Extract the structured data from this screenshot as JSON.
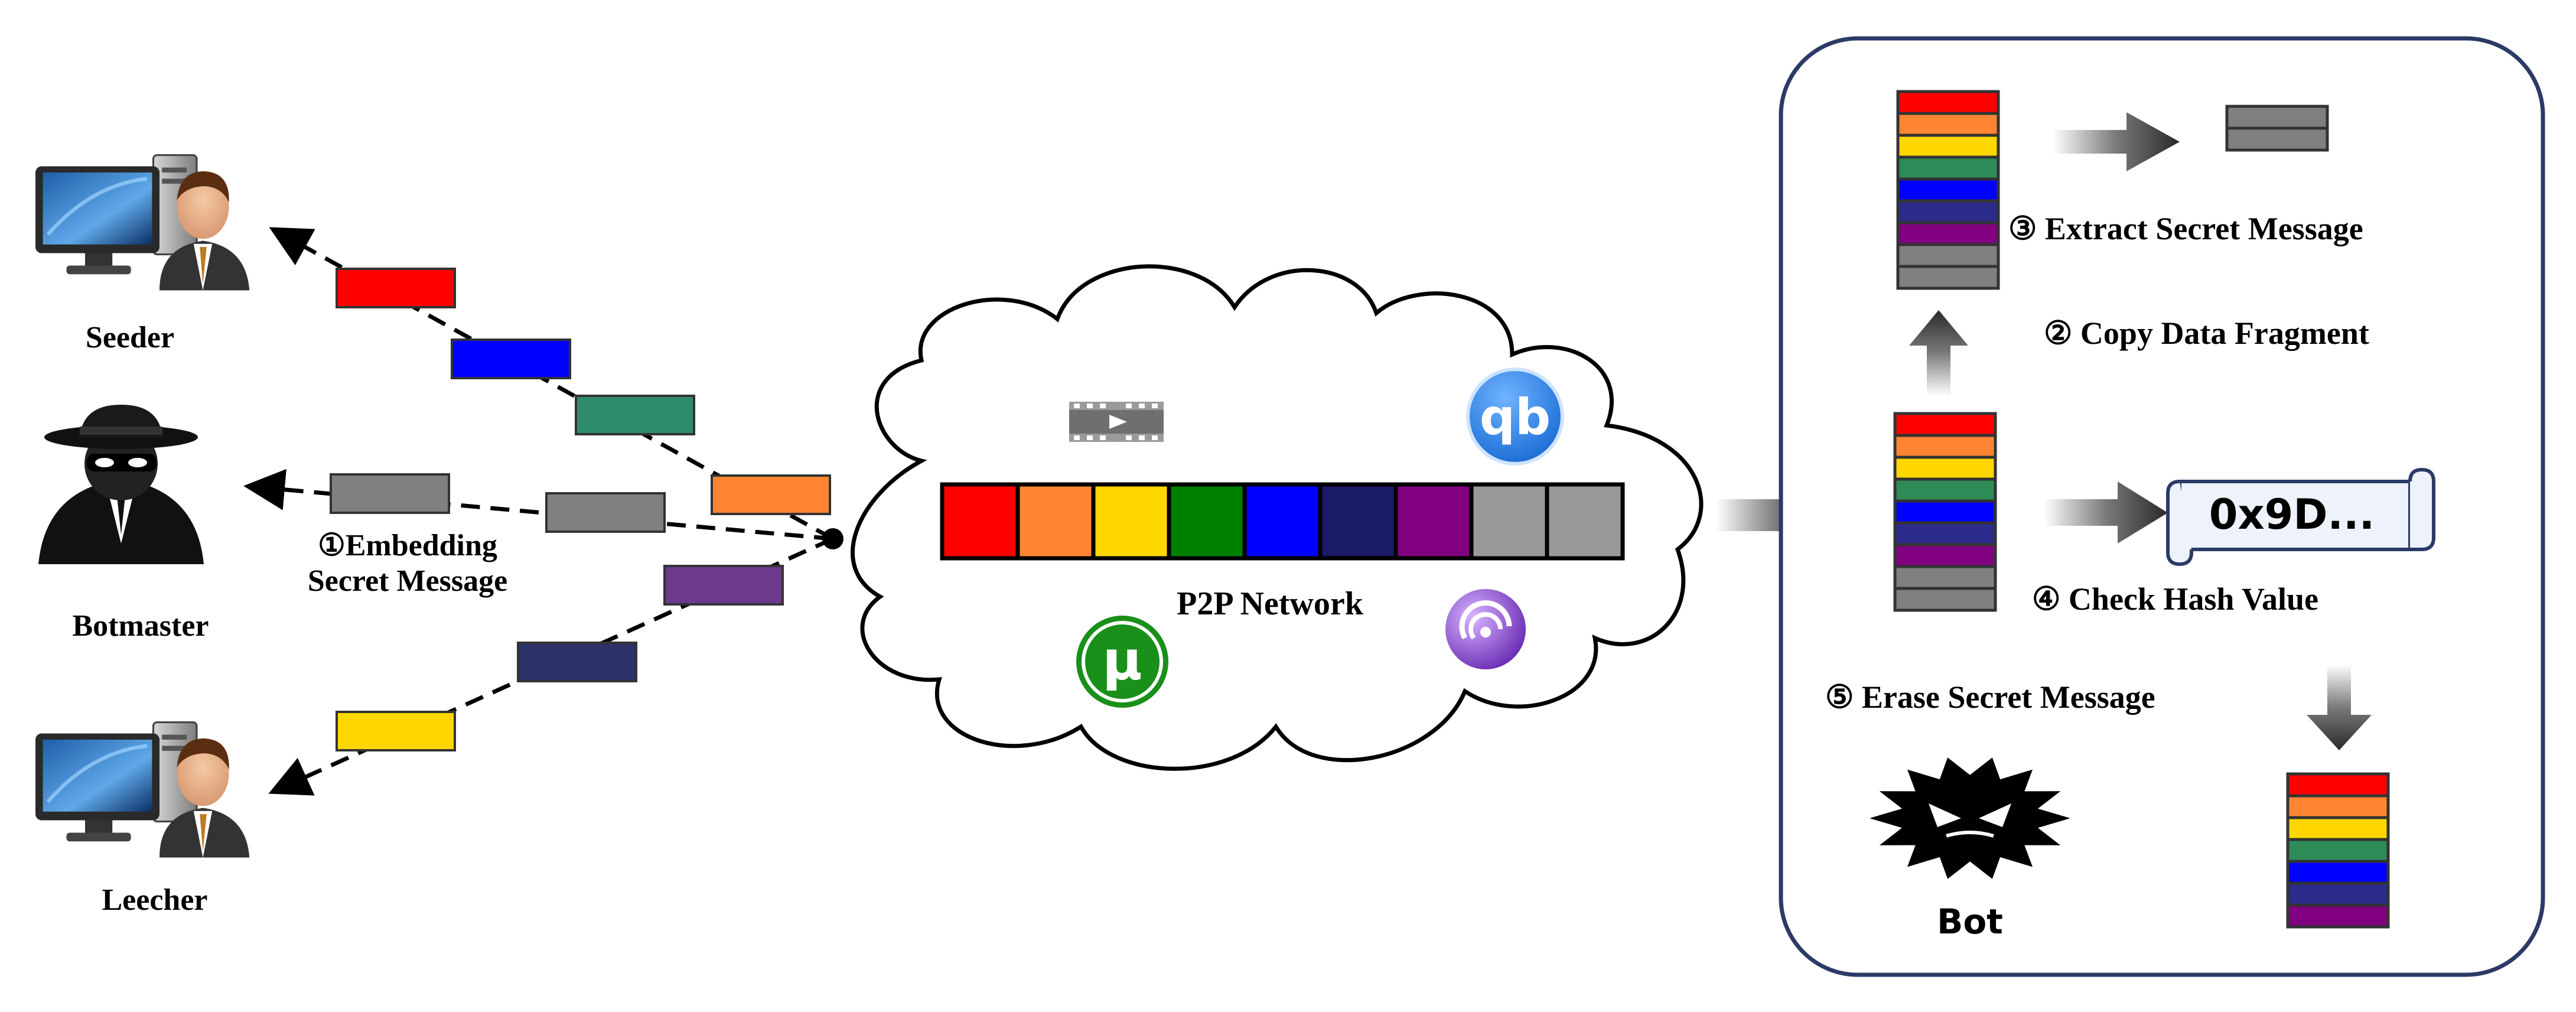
{
  "actors": {
    "seeder": "Seeder",
    "botmaster": "Botmaster",
    "leecher": "Leecher"
  },
  "embedding": {
    "line1": "①Embedding",
    "line2": "Secret Message"
  },
  "network": {
    "label": "P2P Network",
    "fragment_colors": [
      "#ff0000",
      "#ff8533",
      "#ffd700",
      "#008000",
      "#0000ff",
      "#1a1a66",
      "#800080",
      "#999999",
      "#999999"
    ]
  },
  "steps": {
    "step2": "② Copy Data Fragment",
    "step3": "③ Extract Secret Message",
    "step4": "④ Check Hash Value",
    "step5": "⑤ Erase Secret Message"
  },
  "hash_value": "0x9D...",
  "bot_label": "Bot",
  "stacks": {
    "full": [
      "#ff0000",
      "#ff8533",
      "#ffd700",
      "#2e8b57",
      "#0000ff",
      "#2b2b8a",
      "#800080",
      "#808080",
      "#808080"
    ],
    "clean": [
      "#ff0000",
      "#ff8533",
      "#ffd700",
      "#2e8b57",
      "#0000ff",
      "#2b2b8a",
      "#800080"
    ],
    "secret": [
      "#808080",
      "#808080"
    ]
  },
  "block_colors": {
    "red": "#ff0000",
    "blue": "#0000ff",
    "green": "#2e8b6e",
    "orange": "#ff8533",
    "gray": "#808080",
    "purple": "#6b3a8e",
    "navy": "#2b3066",
    "yellow": "#ffd700"
  },
  "icons": [
    "desktop-user-icon",
    "spy-icon",
    "video-file-icon",
    "qbittorrent-icon",
    "utorrent-icon",
    "bittorrent-icon",
    "scroll-icon",
    "bot-virus-icon"
  ]
}
